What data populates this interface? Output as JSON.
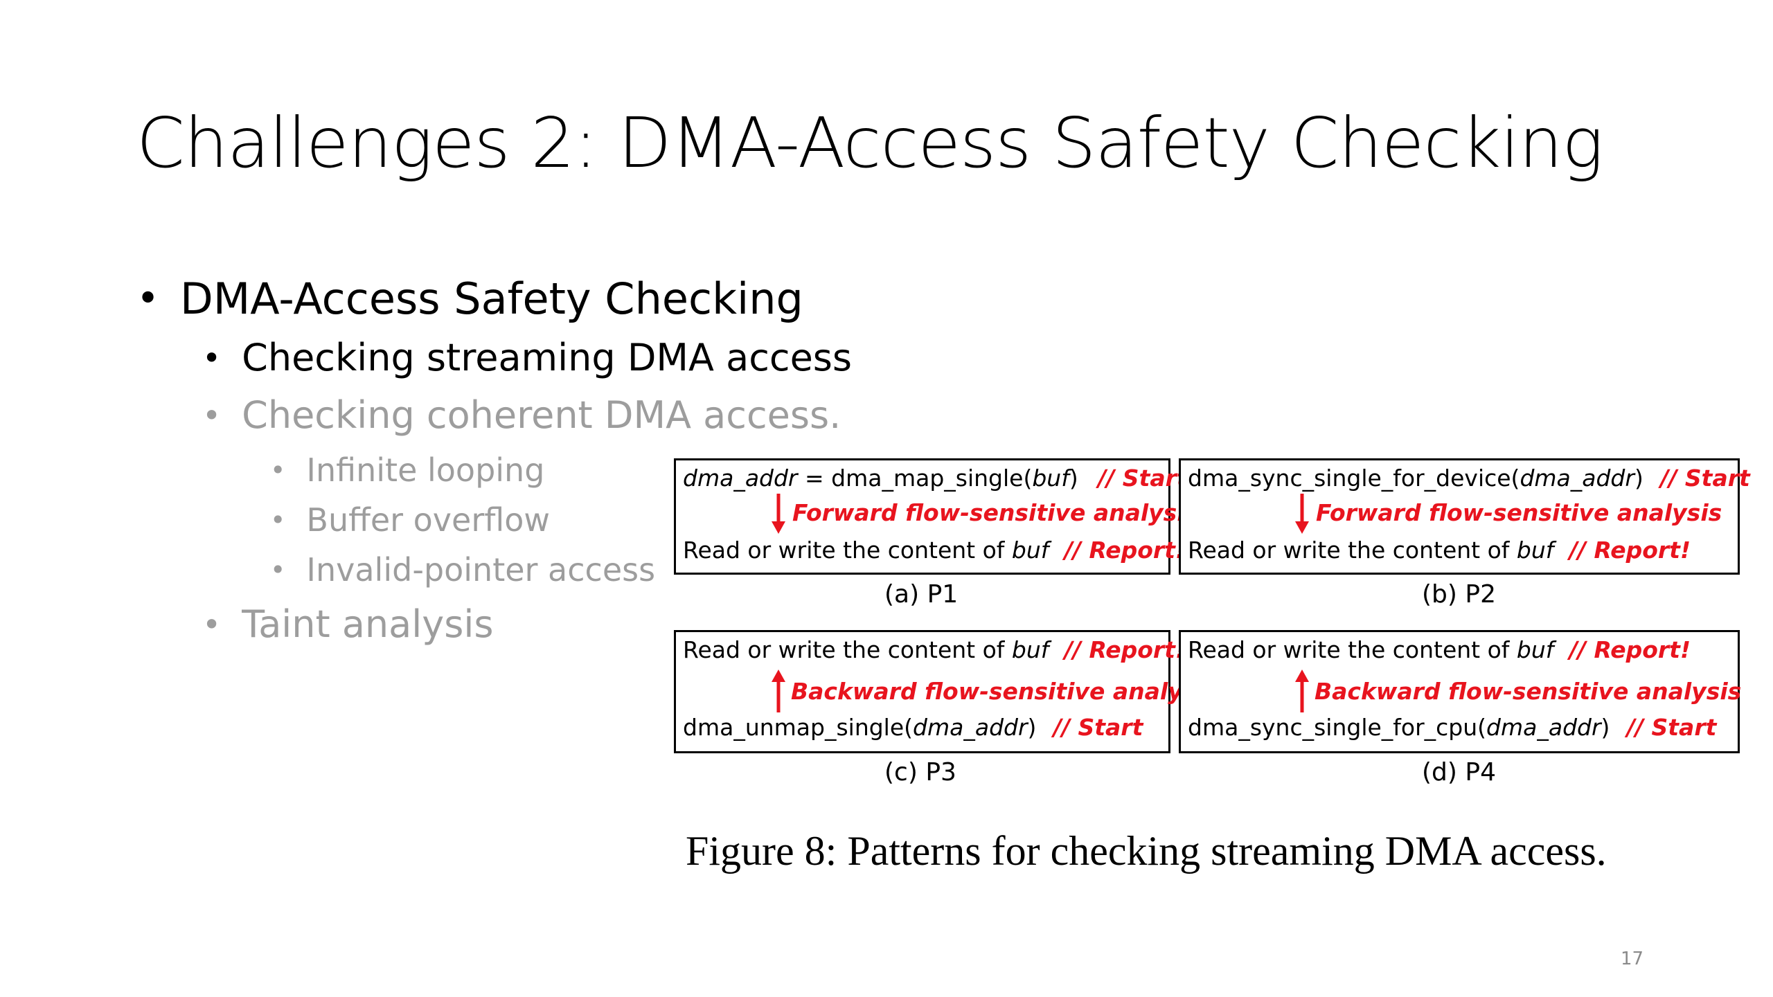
{
  "slide": {
    "title": "Challenges 2: DMA-Access Safety Checking",
    "bullets": [
      {
        "text": "DMA-Access Safety Checking"
      },
      {
        "text": "Checking streaming DMA access"
      },
      {
        "text": "Checking coherent DMA access."
      },
      {
        "text": "Infinite looping"
      },
      {
        "text": "Buffer overflow"
      },
      {
        "text": "Invalid-pointer access"
      },
      {
        "text": "Taint analysis"
      }
    ],
    "bullet_glyph": "•",
    "page_number": "17"
  },
  "figure": {
    "caption": "Figure 8: Patterns for checking streaming DMA access.",
    "colors": {
      "accent_red": "#e8141e",
      "dim_text": "#9d9d9d"
    },
    "panels": {
      "p1": {
        "label": "(a) P1",
        "line1": {
          "var": "dma_addr",
          "mid": " = dma_map_single(",
          "arg": "buf",
          "close": ")",
          "tag": "// Start"
        },
        "analysis": "Forward flow-sensitive analysis",
        "line3": {
          "text": "Read or write the content of ",
          "arg": "buf",
          "tag": "// Report!"
        }
      },
      "p2": {
        "label": "(b) P2",
        "line1": {
          "fn": "dma_sync_single_for_device(",
          "arg": "dma_addr",
          "close": ")",
          "tag": "// Start"
        },
        "analysis": "Forward flow-sensitive analysis",
        "line3": {
          "text": "Read or write the content of ",
          "arg": "buf",
          "tag": "// Report!"
        }
      },
      "p3": {
        "label": "(c) P3",
        "line1": {
          "text": "Read or write the content of ",
          "arg": "buf",
          "tag": "// Report!"
        },
        "analysis": "Backward flow-sensitive analysis",
        "line3": {
          "fn": "dma_unmap_single(",
          "arg": "dma_addr",
          "close": ")",
          "tag": "// Start"
        }
      },
      "p4": {
        "label": "(d) P4",
        "line1": {
          "text": "Read or write the content of ",
          "arg": "buf",
          "tag": "// Report!"
        },
        "analysis": "Backward flow-sensitive analysis",
        "line3": {
          "fn": "dma_sync_single_for_cpu(",
          "arg": "dma_addr",
          "close": ")",
          "tag": "// Start"
        }
      }
    }
  }
}
